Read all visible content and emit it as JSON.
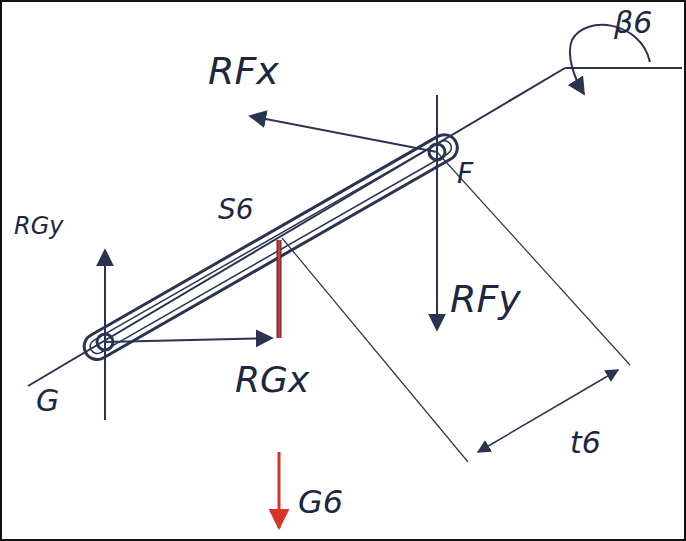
{
  "diagram": {
    "labels": [
      "RFx",
      "RGy",
      "S6",
      "F",
      "RFy",
      "G",
      "RGx",
      "G6",
      "t6",
      "β6"
    ]
  }
}
